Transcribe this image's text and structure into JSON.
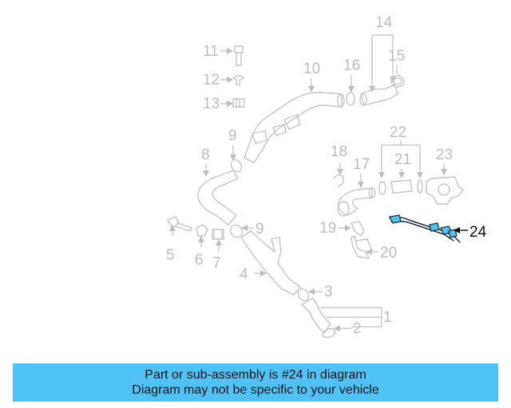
{
  "callouts": {
    "c1": "1",
    "c2": "2",
    "c3": "3",
    "c4": "4",
    "c5": "5",
    "c6": "6",
    "c7": "7",
    "c8": "8",
    "c9a": "9",
    "c9b": "9",
    "c10": "10",
    "c11": "11",
    "c12": "12",
    "c13": "13",
    "c14": "14",
    "c15": "15",
    "c16": "16",
    "c17": "17",
    "c18": "18",
    "c19": "19",
    "c20": "20",
    "c21": "21",
    "c22": "22",
    "c23": "23",
    "c24": "24"
  },
  "highlight": {
    "part_number": "24",
    "color": "#4fc3f7"
  },
  "banner": {
    "line1": "Part or sub-assembly is #24 in diagram",
    "line2": "Diagram may not be specific to your vehicle"
  }
}
